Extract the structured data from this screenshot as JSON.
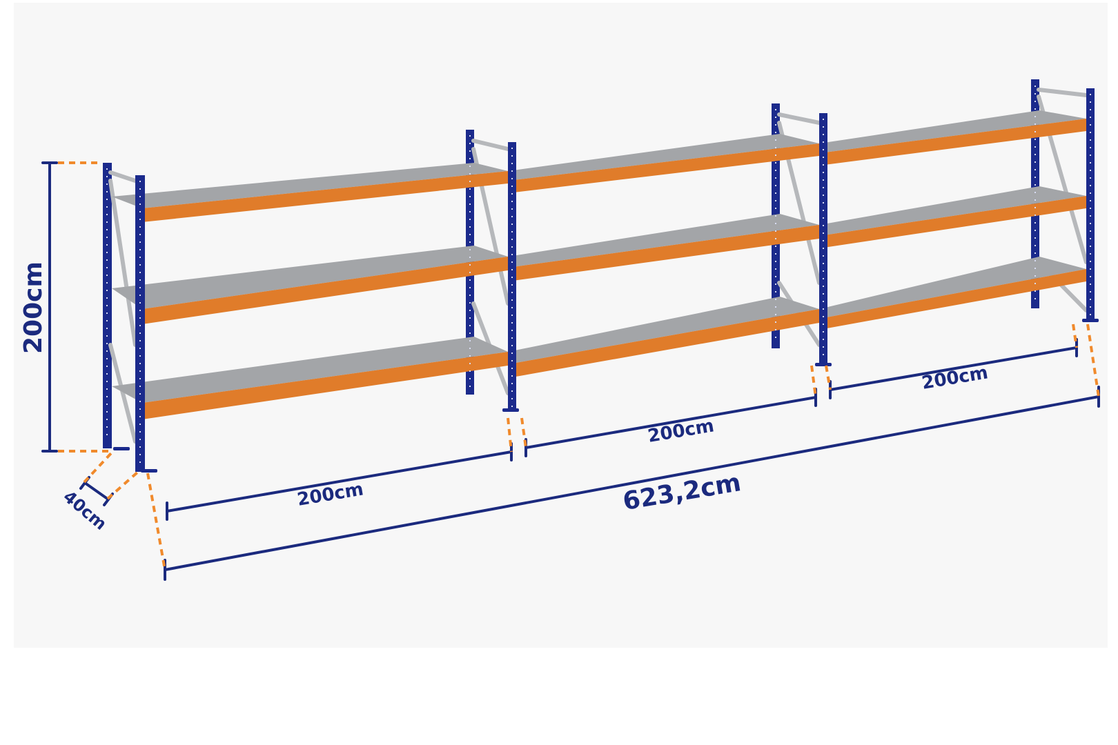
{
  "colors": {
    "background_panel": "#f7f7f7",
    "upright_blue": "#1b2a8c",
    "beam_orange": "#e07c2a",
    "shelf_grey": "#a3a5a8",
    "brace_grey": "#b6b8bb",
    "dimension_navy": "#1b2a7e",
    "extension_orange": "#f08a2c"
  },
  "dimensions": {
    "height": "200cm",
    "depth": "40cm",
    "bay_1_width": "200cm",
    "bay_2_width": "200cm",
    "bay_3_width": "200cm",
    "total_width": "623,2cm"
  },
  "rack": {
    "bays": 3,
    "shelf_levels": 3
  }
}
